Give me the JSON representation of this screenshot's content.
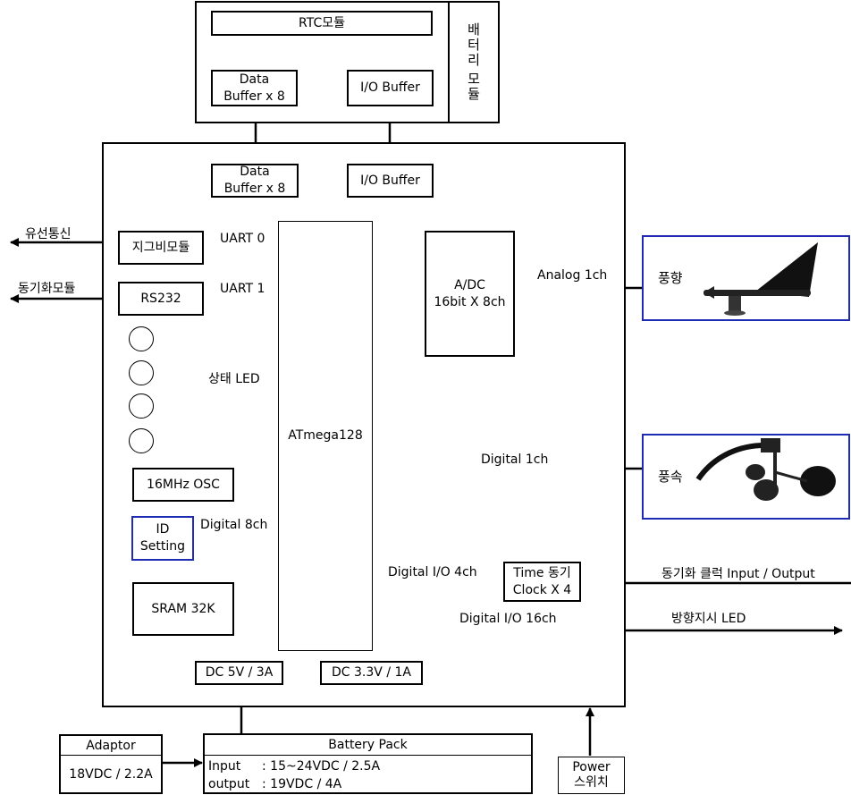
{
  "rtc": {
    "module": "RTC모듈",
    "data_buffer": [
      "Data",
      "Buffer x 8"
    ],
    "io_buffer": "I/O Buffer"
  },
  "battery_module": [
    "배",
    "터",
    "리",
    "모",
    "듈"
  ],
  "main": {
    "data_buffer": [
      "Data",
      "Buffer x 8"
    ],
    "io_buffer": "I/O Buffer",
    "mcu": "ATmega128",
    "zigbee": "지그비모듈",
    "rs232": "RS232",
    "uart0": "UART 0",
    "uart1": "UART 1",
    "wired_comm": "유선통신",
    "sync_module": "동기화모듈",
    "status_led": "상태 LED",
    "osc": "16MHz OSC",
    "id_setting": [
      "ID",
      "Setting"
    ],
    "digital_8ch": "Digital 8ch",
    "sram": "SRAM 32K",
    "adc": [
      "A/DC",
      "16bit X 8ch"
    ],
    "analog_1ch": "Analog 1ch",
    "digital_1ch": "Digital 1ch",
    "digital_io_4ch": "Digital I/O 4ch",
    "time_sync": [
      "Time 동기",
      "Clock X 4"
    ],
    "sync_clock_io": "동기화 클럭 Input / Output",
    "digital_io_16ch": "Digital I/O 16ch",
    "direction_led": "방향지시 LED",
    "dc5v": "DC 5V / 3A",
    "dc33v": "DC 3.3V / 1A"
  },
  "sensors": {
    "wind_direction": "풍향",
    "wind_speed": "풍속"
  },
  "adaptor": {
    "title": "Adaptor",
    "spec": "18VDC / 2.2A"
  },
  "battery_pack": {
    "title": "Battery Pack",
    "input_label": "Input",
    "input_value": ": 15~24VDC / 2.5A",
    "output_label": "output",
    "output_value": ": 19VDC / 4A"
  },
  "power_switch": [
    "Power",
    "스위치"
  ]
}
